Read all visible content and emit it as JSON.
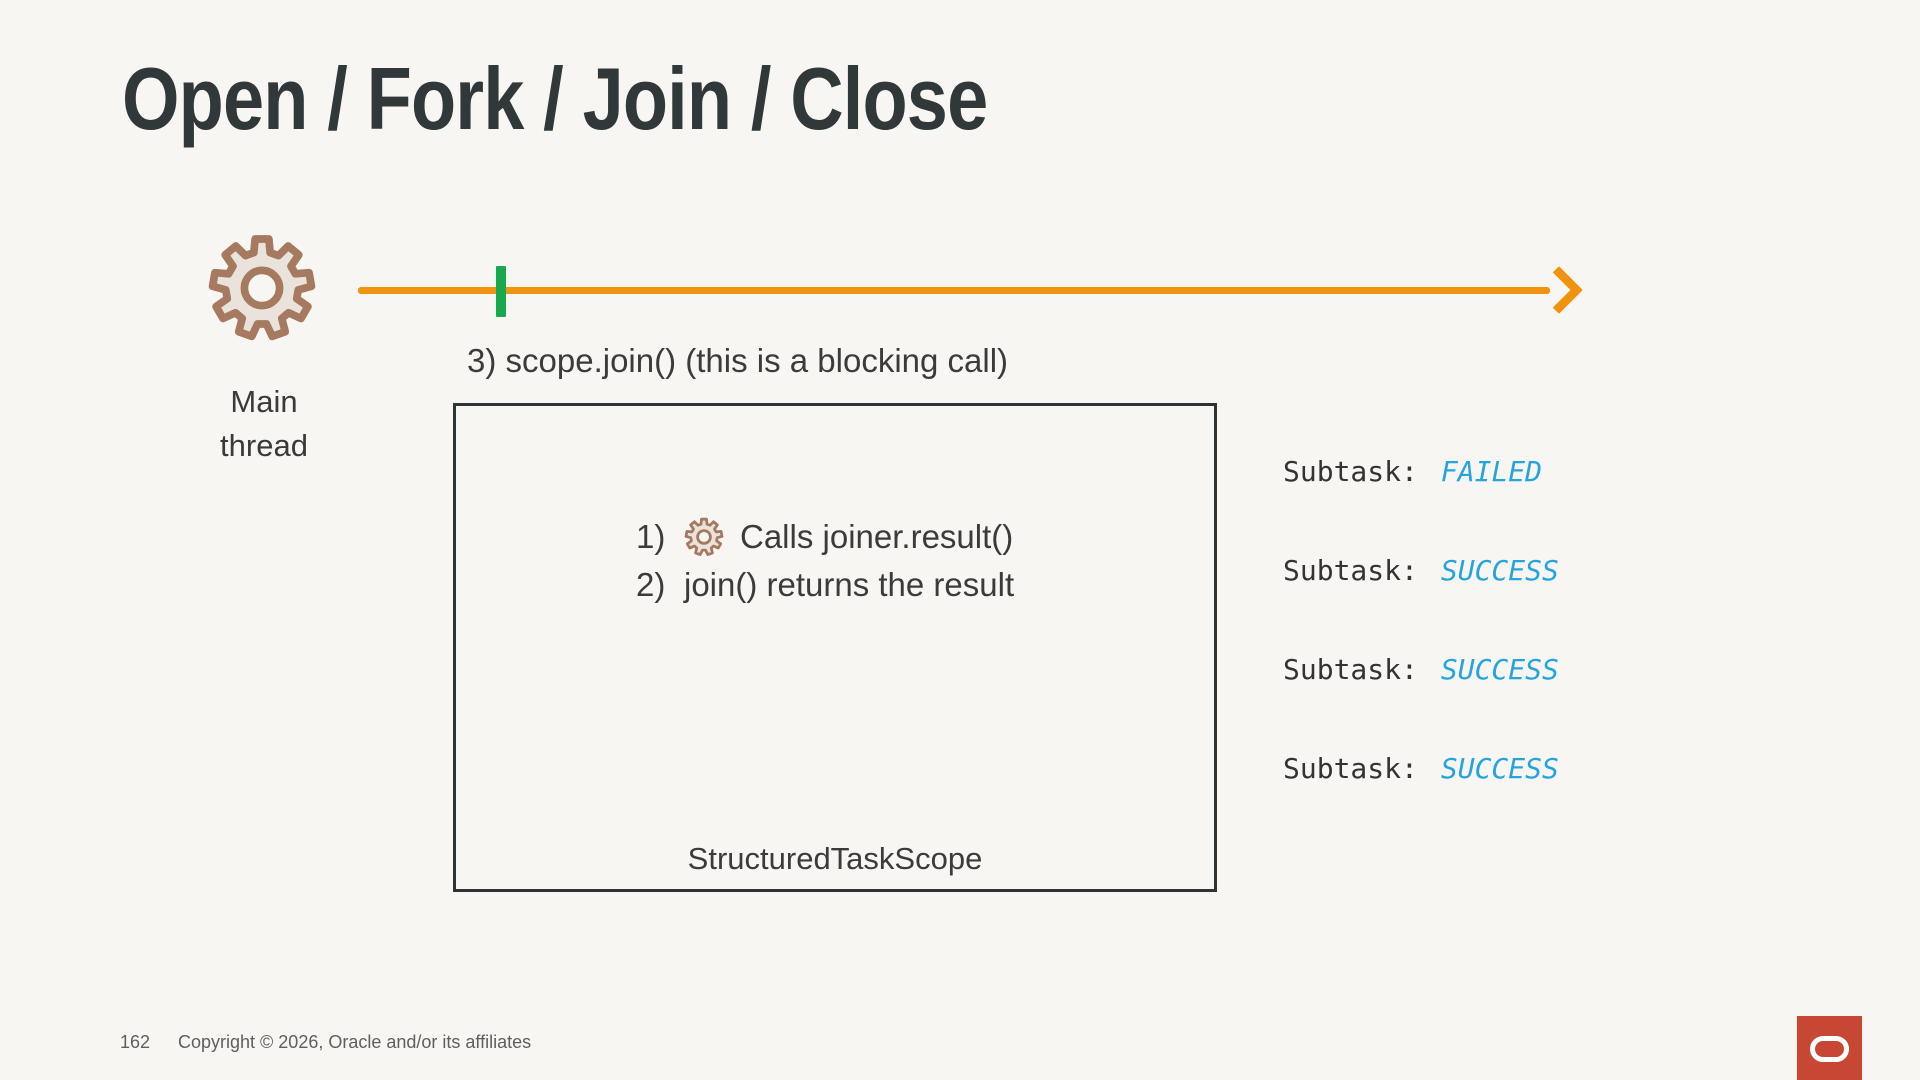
{
  "slide": {
    "title": "Open / Fork / Join / Close"
  },
  "main_thread": {
    "line1": "Main",
    "line2": "thread"
  },
  "timeline": {
    "blocking_note": "3) scope.join() (this is a blocking call)"
  },
  "scope_box": {
    "label": "StructuredTaskScope",
    "items": [
      {
        "num": "1)",
        "text": "Calls joiner.result()"
      },
      {
        "num": "2)",
        "text": "join() returns the result"
      }
    ]
  },
  "subtasks": [
    {
      "label": "Subtask:",
      "status": "FAILED"
    },
    {
      "label": "Subtask:",
      "status": "SUCCESS"
    },
    {
      "label": "Subtask:",
      "status": "SUCCESS"
    },
    {
      "label": "Subtask:",
      "status": "SUCCESS"
    }
  ],
  "footer": {
    "page_number": "162",
    "copyright": "Copyright © 2026, Oracle and/or its affiliates"
  },
  "colors": {
    "background": "#f8f6f3",
    "title": "#31383a",
    "body_text": "#3b3b3b",
    "timeline_orange": "#f0940f",
    "join_marker_green": "#18a94e",
    "gear_brown": "#a57a61",
    "gear_fill": "#eae3dc",
    "status_cyan": "#27a4dd",
    "box_border": "#2e3435",
    "footer_gray": "#5e5e5e",
    "oracle_red": "#c74634"
  }
}
